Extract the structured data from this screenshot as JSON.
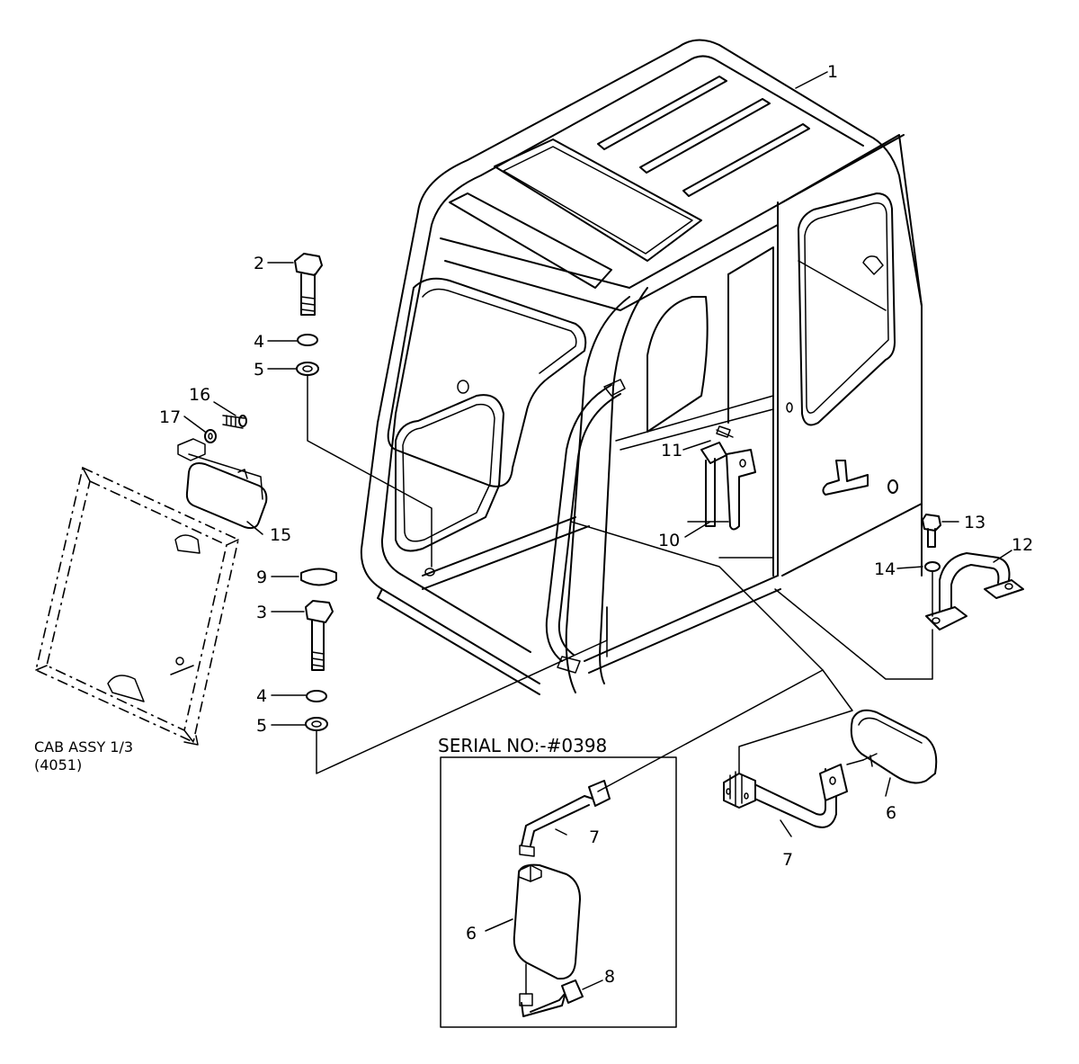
{
  "caption": {
    "line1": "CAB  ASSY 1/3",
    "line2": "(4051)"
  },
  "serial_box": {
    "title": "SERIAL NO:-#0398"
  },
  "callouts": {
    "c1": "1",
    "c2": "2",
    "c3": "3",
    "c4a": "4",
    "c4b": "4",
    "c5a": "5",
    "c5b": "5",
    "c6a": "6",
    "c6b": "6",
    "c7a": "7",
    "c7b": "7",
    "c8": "8",
    "c9": "9",
    "c10": "10",
    "c11": "11",
    "c12": "12",
    "c13": "13",
    "c14": "14",
    "c15": "15",
    "c16": "16",
    "c17": "17"
  }
}
